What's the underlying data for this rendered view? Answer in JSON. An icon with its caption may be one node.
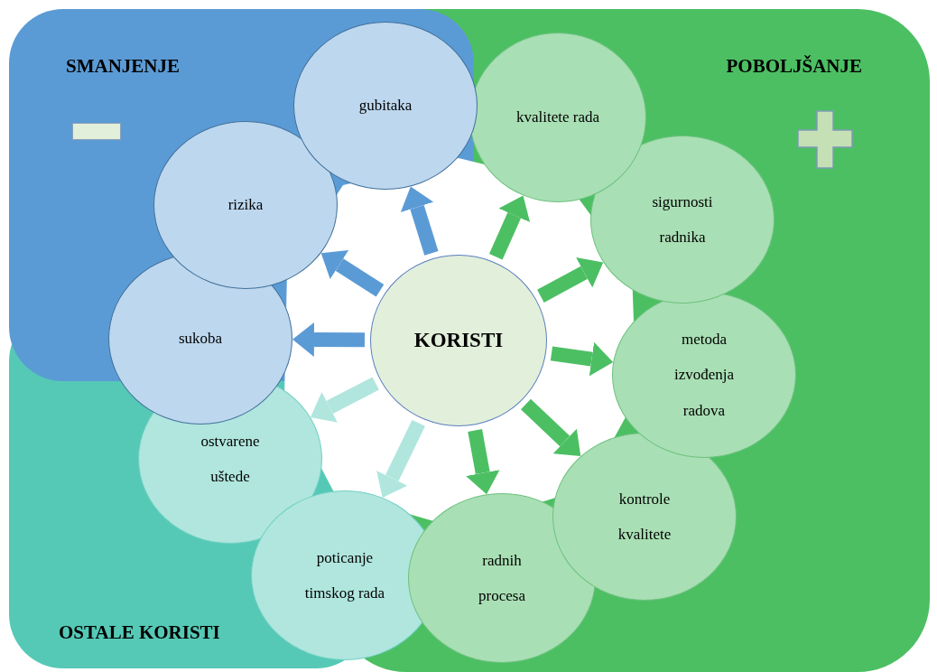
{
  "diagram": {
    "nodes": [
      {
        "text": [
          "KORISTI"
        ]
      },
      {
        "text": [
          "gubitaka"
        ]
      },
      {
        "text": [
          "rizika"
        ]
      },
      {
        "text": [
          "sukoba"
        ]
      },
      {
        "text": [
          "kvalitete rada"
        ]
      },
      {
        "text": [
          "sigurnosti radnika"
        ]
      },
      {
        "text": [
          "metoda izvođenja radova"
        ]
      },
      {
        "text": [
          "kontrole kvalitete"
        ]
      },
      {
        "text": [
          "radnih procesa"
        ]
      },
      {
        "text": [
          "poticanje timskog rada"
        ]
      },
      {
        "text": [
          "ostvarene uštede"
        ]
      }
    ],
    "edges": [
      {
        "from": 0,
        "to": 1,
        "arrow": "to",
        "color": "#5b9bd5"
      },
      {
        "from": 0,
        "to": 2,
        "arrow": "to",
        "color": "#5b9bd5"
      },
      {
        "from": 0,
        "to": 3,
        "arrow": "to",
        "color": "#5b9bd5"
      },
      {
        "from": 0,
        "to": 4,
        "arrow": "to"
      },
      {
        "from": 0,
        "to": 5,
        "arrow": "to"
      },
      {
        "from": 0,
        "to": 6,
        "arrow": "to"
      },
      {
        "from": 0,
        "to": 7,
        "arrow": "to"
      },
      {
        "from": 0,
        "to": 8,
        "arrow": "to"
      },
      {
        "from": 0,
        "to": 9,
        "arrow": "to",
        "color": "#b0e6de"
      },
      {
        "from": 0,
        "to": 10,
        "arrow": "to",
        "color": "#b0e6de"
      }
    ],
    "labels": [
      "SMANJENJE",
      "POBOLJŠANJE",
      "OSTALE KORISTI"
    ]
  }
}
